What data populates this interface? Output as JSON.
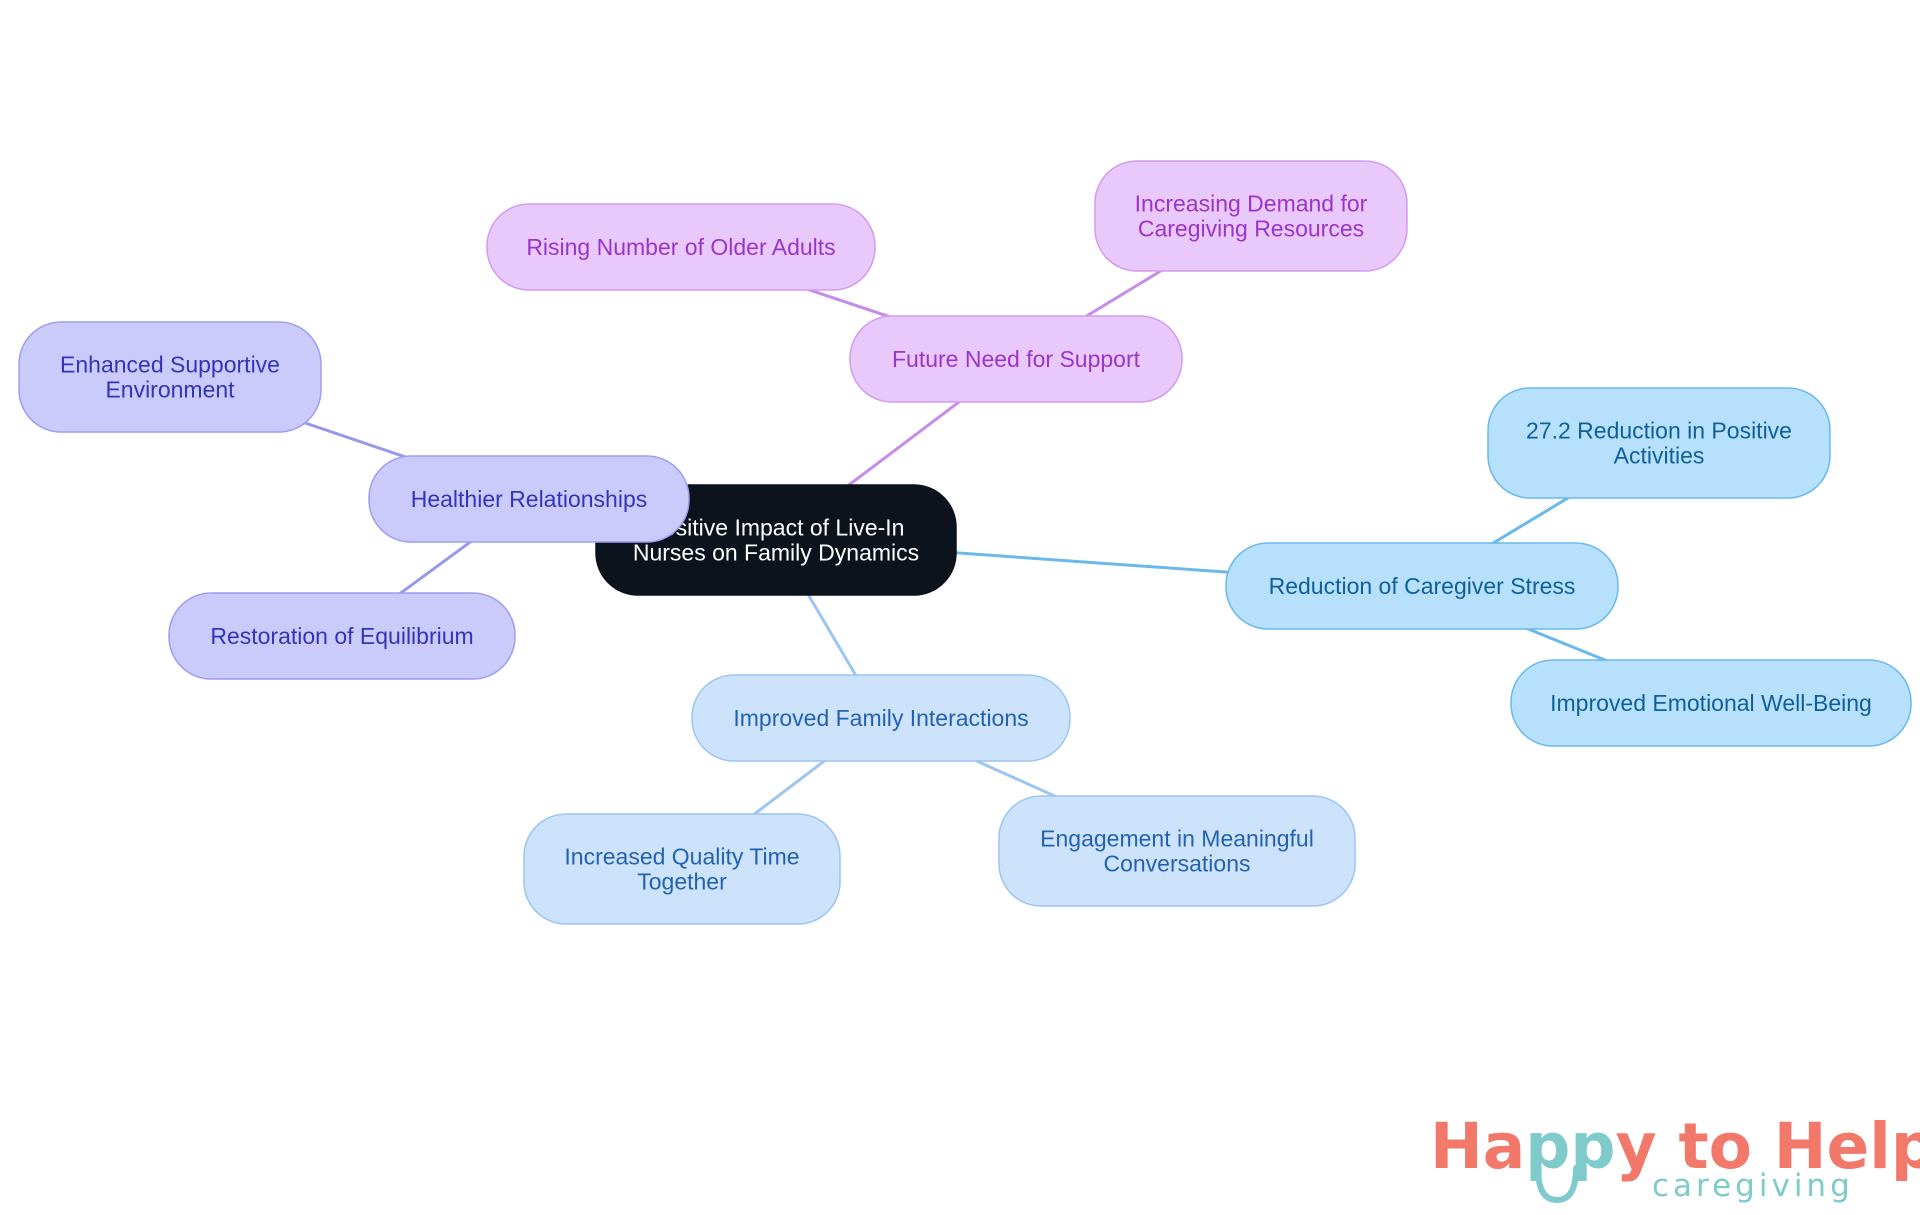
{
  "diagram": {
    "type": "mind-map",
    "root": {
      "id": "root",
      "label": [
        "Positive Impact of Live-In",
        "Nurses on Family Dynamics"
      ]
    },
    "branches": [
      {
        "id": "future",
        "label": [
          "Future Need for Support"
        ],
        "colors": {
          "fill": "#e9c9fb",
          "stroke": "#d29bf0",
          "text": "#9b34c8",
          "edge": "#c78be8"
        },
        "children": [
          {
            "id": "rising",
            "label": [
              "Rising Number of Older Adults"
            ]
          },
          {
            "id": "demand",
            "label": [
              "Increasing Demand for",
              "Caregiving Resources"
            ]
          }
        ]
      },
      {
        "id": "healthier",
        "label": [
          "Healthier Relationships"
        ],
        "colors": {
          "fill": "#cbcbfb",
          "stroke": "#9e9ef0",
          "text": "#3434b8",
          "edge": "#9898e8"
        },
        "children": [
          {
            "id": "enhanced",
            "label": [
              "Enhanced Supportive",
              "Environment"
            ]
          },
          {
            "id": "restoration",
            "label": [
              "Restoration of Equilibrium"
            ]
          }
        ]
      },
      {
        "id": "stress",
        "label": [
          "Reduction of Caregiver Stress"
        ],
        "colors": {
          "fill": "#b7e0fd",
          "stroke": "#6ab8ec",
          "text": "#0f5f98",
          "edge": "#6ab8ec"
        },
        "children": [
          {
            "id": "reduction",
            "label": [
              "27.2 Reduction in Positive",
              "Activities"
            ]
          },
          {
            "id": "emotional",
            "label": [
              "Improved Emotional Well-Being"
            ]
          }
        ]
      },
      {
        "id": "interactions",
        "label": [
          "Improved Family Interactions"
        ],
        "colors": {
          "fill": "#cde3fb",
          "stroke": "#9cc5f2",
          "text": "#2462b0",
          "edge": "#9cc5f2"
        },
        "children": [
          {
            "id": "quality",
            "label": [
              "Increased Quality Time",
              "Together"
            ]
          },
          {
            "id": "engagement",
            "label": [
              "Engagement in Meaningful",
              "Conversations"
            ]
          }
        ]
      }
    ],
    "root_colors": {
      "fill": "#0d131c",
      "stroke": "#0d131c",
      "text": "#ffffff"
    }
  },
  "logo": {
    "segments": [
      {
        "text": "Ha",
        "color": "#f2786a"
      },
      {
        "text": "pp",
        "color": "#7fcacb"
      },
      {
        "text": "y to Help",
        "color": "#f2786a"
      }
    ],
    "tagline": "caregiving",
    "tagline_color": "#7fcacb"
  }
}
